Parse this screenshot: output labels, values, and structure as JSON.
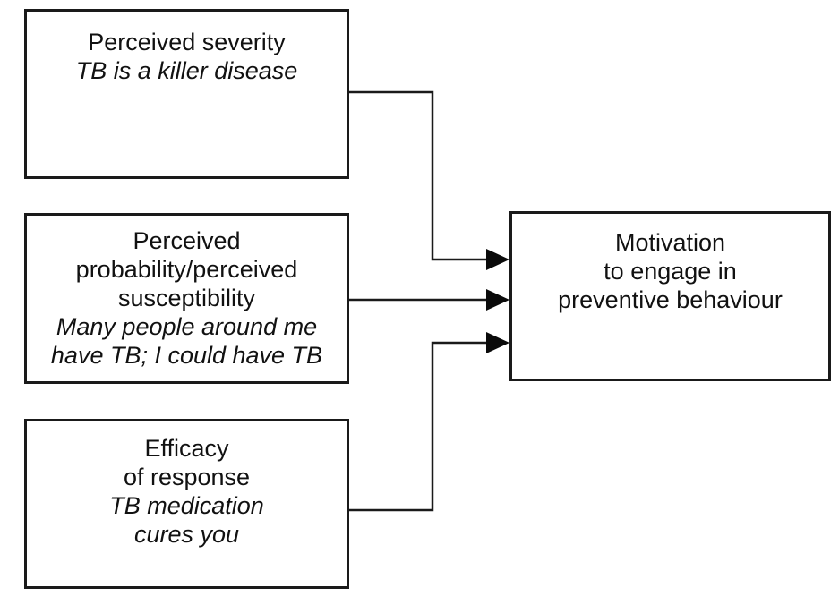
{
  "colors": {
    "background": "#ffffff",
    "box_border": "#1a1a1a",
    "connector": "#1a1a1a",
    "arrowhead": "#0a0a0a",
    "text": "#111111"
  },
  "diagram": {
    "boxes": [
      {
        "title": "Perceived severity",
        "subtitle": "TB is a killer disease"
      },
      {
        "title": "Perceived\nprobability/perceived\nsusceptibility",
        "subtitle": "Many people around me\nhave TB; I could have TB"
      },
      {
        "title": "Efficacy\nof response",
        "subtitle": "TB medication\ncures you"
      },
      {
        "title": "Motivation\nto engage in\npreventive behaviour"
      }
    ],
    "connections": [
      {
        "from": "Perceived severity",
        "to": "Motivation to engage in preventive behaviour"
      },
      {
        "from": "Perceived probability/perceived susceptibility",
        "to": "Motivation to engage in preventive behaviour"
      },
      {
        "from": "Efficacy of response",
        "to": "Motivation to engage in preventive behaviour"
      }
    ]
  }
}
